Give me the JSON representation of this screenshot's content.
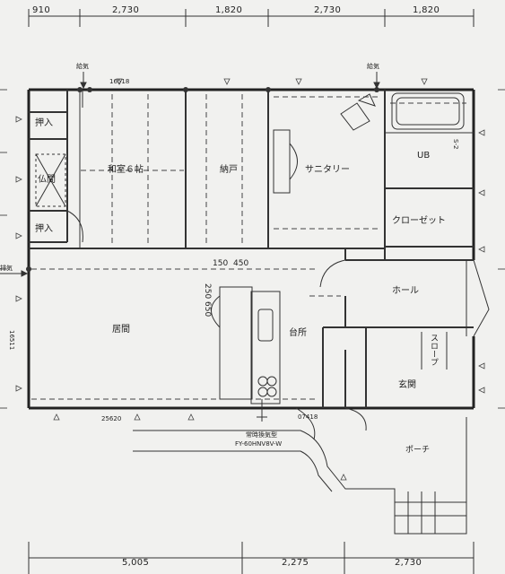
{
  "dimensions": {
    "top": [
      "910",
      "2,730",
      "1,820",
      "2,730",
      "1,820"
    ],
    "bottom": [
      "5,005",
      "2,275",
      "2,730"
    ]
  },
  "rooms": {
    "oshiire1": "押入",
    "butsuma": "仏間",
    "oshiire2": "押入",
    "washitsu": "和室６帖",
    "nando": "納戸",
    "sanitary": "サニタリー",
    "ub": "UB",
    "closet": "クローゼット",
    "hall": "ホール",
    "kyoma": "居間",
    "daidokoro": "台所",
    "genkan": "玄関",
    "porch": "ポーチ",
    "slope": "スロープ"
  },
  "annotations": {
    "kyuki1": "給気",
    "kyuki2": "給気",
    "haiki": "排気",
    "code_top": "16518",
    "code_left": "16511",
    "code_bottom_left": "25620",
    "code_bottom_mid": "07418",
    "dim_150": "150",
    "dim_450": "450",
    "dim_650": "650",
    "dim_250": "250",
    "fan_label": "常時換気型",
    "fan_model": "FY-60HNV8V-W",
    "ub_small": "S-2"
  }
}
